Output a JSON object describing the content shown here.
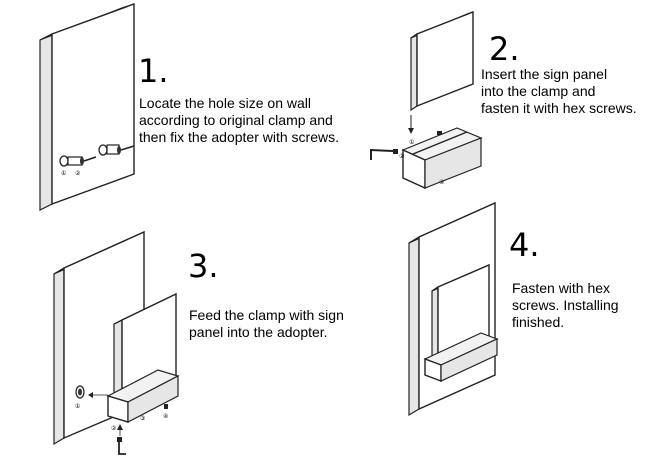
{
  "steps": [
    {
      "number": "1.",
      "text": "Locate the hole size on wall\naccording to original clamp and\nthen fix the adopter with screws.",
      "callouts": [
        "①",
        "②"
      ]
    },
    {
      "number": "2.",
      "text": "Insert the sign panel\ninto the clamp and\nfasten it with hex screws.",
      "callouts": [
        "①",
        "②",
        "④"
      ]
    },
    {
      "number": "3.",
      "text": "Feed the clamp with sign\npanel into the adopter.",
      "callouts": [
        "①",
        "②",
        "③",
        "④"
      ]
    },
    {
      "number": "4.",
      "text": "Fasten with hex\nscrews. Installing\nfinished.",
      "callouts": []
    }
  ]
}
